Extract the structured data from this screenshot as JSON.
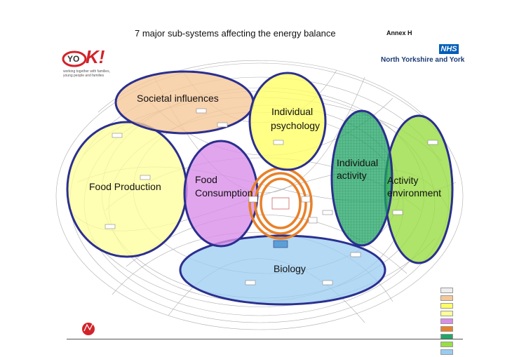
{
  "header": {
    "title": "7 major sub-systems affecting the energy  balance",
    "annex": "Annex H"
  },
  "nhs": {
    "badge": "NHS",
    "organisation": "North Yorkshire and York"
  },
  "yok_logo": {
    "text": "YOK!",
    "tagline": "working together with families, young people and families"
  },
  "subsystems": [
    {
      "id": "societal",
      "label": "Societal influences",
      "color": "#f5c89a"
    },
    {
      "id": "psychology",
      "label_lines": [
        "Individual",
        "psychology"
      ],
      "color": "#ffff66"
    },
    {
      "id": "food_production",
      "label": "Food Production",
      "color": "#ffff99"
    },
    {
      "id": "food_consumption",
      "label_lines": [
        "Food",
        "Consumption"
      ],
      "color": "#d98ee8"
    },
    {
      "id": "activity",
      "label_lines": [
        "Individual",
        "activity"
      ],
      "color": "#22a566"
    },
    {
      "id": "activity_env",
      "label_lines": [
        "Activity",
        "environment"
      ],
      "color": "#99dd44"
    },
    {
      "id": "biology",
      "label": "Biology",
      "color": "#99ccf2"
    }
  ],
  "colors": {
    "outline": "#2b2f8f",
    "core_loop": "#e8812a",
    "nhs_blue": "#005eb8"
  }
}
